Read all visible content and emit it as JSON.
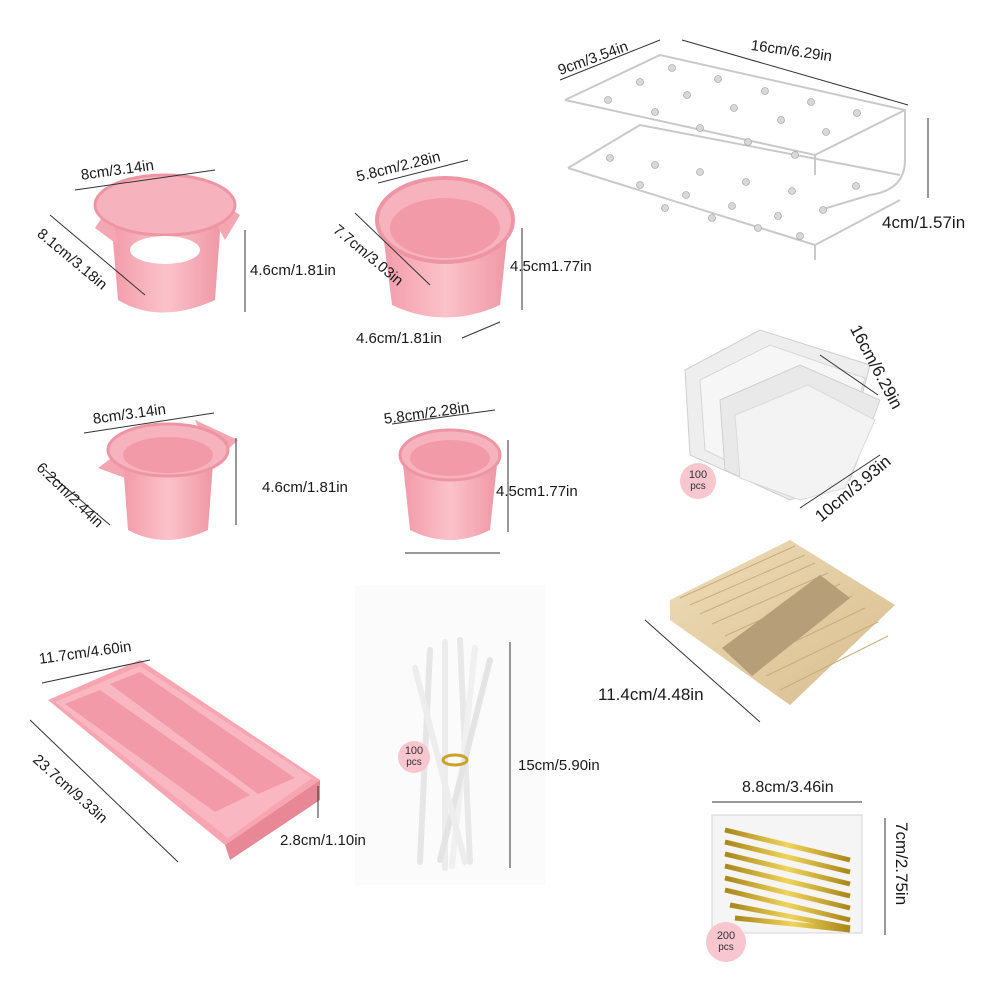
{
  "cup_large_top": {
    "top": "8cm/3.14in",
    "diag": "8.1cm/3.18in",
    "height": "4.6cm/1.81in"
  },
  "cup_oval": {
    "top": "5.8cm/2.28in",
    "diag": "7.7cm/3.03in",
    "height": "4.5cm1.77in",
    "bottom": "4.6cm/1.81in"
  },
  "stand": {
    "width": "9cm/3.54in",
    "length": "16cm/6.29in",
    "height": "4cm/1.57in"
  },
  "cup_medium": {
    "top": "8cm/3.14in",
    "diag": "6.2cm/2.44in",
    "height": "4.6cm/1.81in"
  },
  "cup_small": {
    "top": "5.8cm/2.28in",
    "height": "4.5cm1.77in"
  },
  "bags": {
    "length": "16cm/6.29in",
    "width": "10cm/3.93in",
    "badge_num": "100",
    "badge_unit": "pcs"
  },
  "sticks": {
    "length": "11.4cm/4.48in"
  },
  "tray": {
    "top": "11.7cm/4.60in",
    "length": "23.7cm/9.33in",
    "height": "2.8cm/1.10in"
  },
  "pop_sticks": {
    "length": "15cm/5.90in",
    "badge_num": "100",
    "badge_unit": "pcs"
  },
  "twist_ties": {
    "width": "8.8cm/3.46in",
    "height": "7cm/2.75in",
    "badge_num": "200",
    "badge_unit": "pcs"
  },
  "colors": {
    "pink": "#f7a9b4",
    "pink_light": "#fbc7cf",
    "pink_dark": "#ec8b99",
    "gold": "#c9a227",
    "wood": "#e6cfa6"
  }
}
